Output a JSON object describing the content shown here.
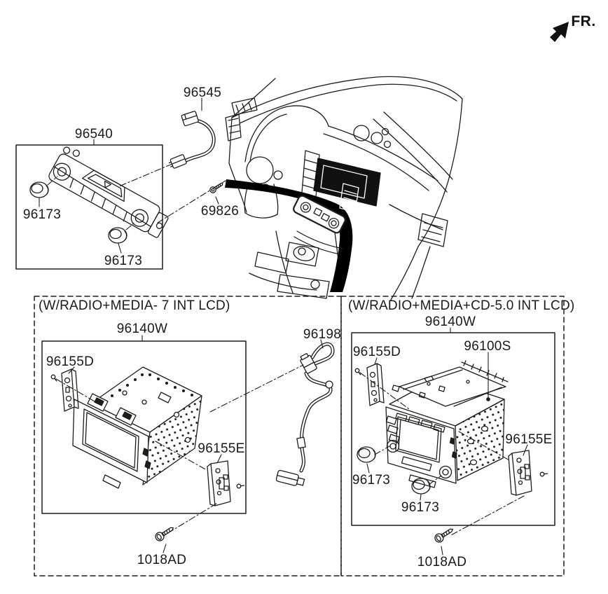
{
  "diagram": {
    "orientation_label": "FR.",
    "colors": {
      "line": "#1d1d1b",
      "background": "#ffffff",
      "highlight": "#000000"
    },
    "top_assembly": {
      "control_panel": "96540",
      "cable": "96545",
      "knob_upper": "96173",
      "knob_lower": "96173",
      "screw": "69826"
    },
    "variant_left": {
      "title": "(W/RADIO+MEDIA- 7 INT LCD)",
      "head_unit": "96140W",
      "bracket_left": "96155D",
      "bracket_right": "96155E",
      "antenna_cable": "96198",
      "screw": "1018AD"
    },
    "variant_right": {
      "title": "(W/RADIO+MEDIA+CD-5.0 INT LCD)",
      "head_unit": "96140W",
      "bracket_left": "96155D",
      "deck_plate": "96100S",
      "bracket_right": "96155E",
      "knob_left": "96173",
      "knob_lower": "96173",
      "screw": "1018AD"
    }
  }
}
